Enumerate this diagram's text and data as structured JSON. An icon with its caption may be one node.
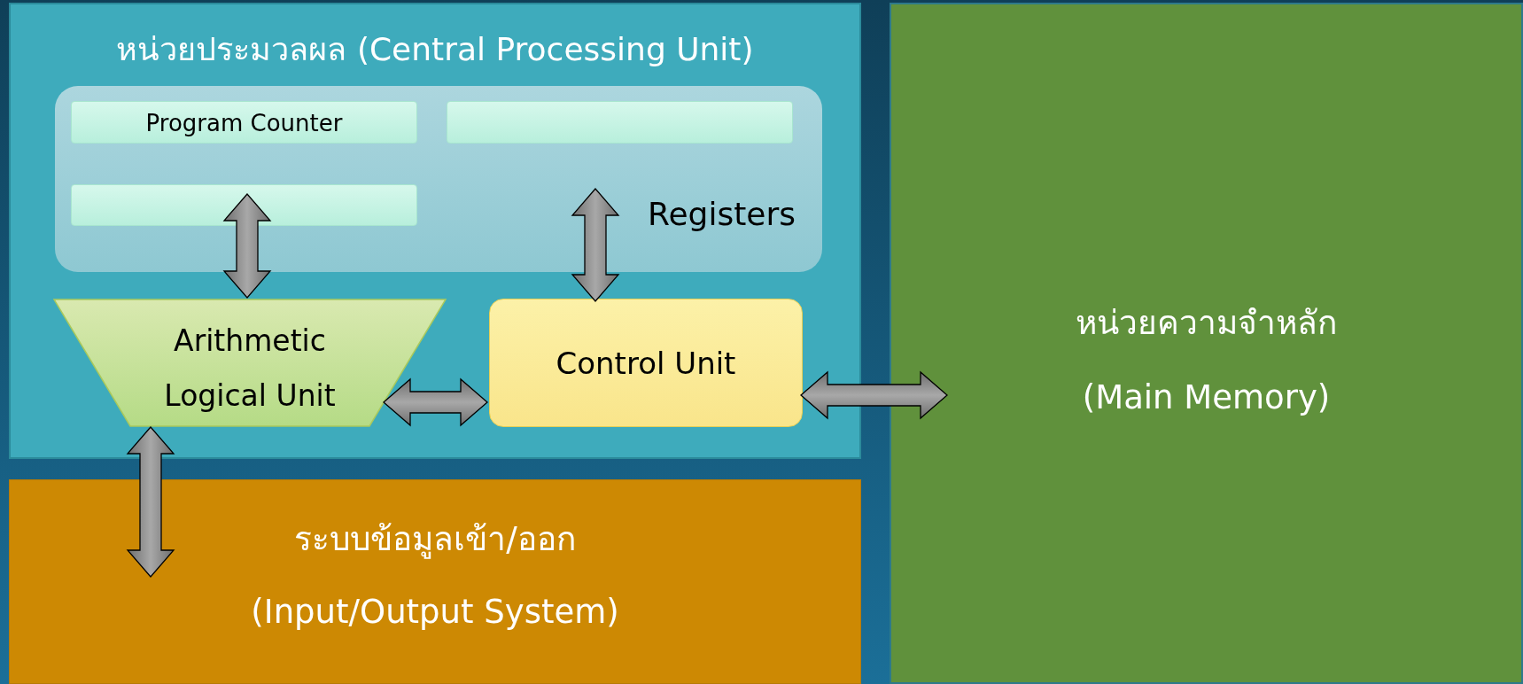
{
  "diagram": {
    "nodes": [
      {
        "text": [
          "หน่วยประมวลผล (Central Processing Unit)"
        ]
      },
      {
        "text": [
          "Registers"
        ],
        "in": 0
      },
      {
        "text": [
          "Program Counter"
        ],
        "in": 1
      },
      {
        "text": [],
        "shape": "box",
        "in": 1
      },
      {
        "text": [],
        "shape": "box",
        "in": 1
      },
      {
        "text": [
          "Arithmetic Logical Unit"
        ],
        "in": 0
      },
      {
        "text": [
          "Control Unit"
        ],
        "in": 0
      },
      {
        "text": [
          "ระบบข้อมูลเข้า/ออก (Input/Output System)"
        ]
      },
      {
        "text": [
          "หน่วยความจำหลัก (Main Memory)"
        ]
      }
    ],
    "edges": [
      {
        "from": 4,
        "to": 5,
        "arrow": "both"
      },
      {
        "from": 1,
        "to": 6,
        "arrow": "both"
      },
      {
        "from": 5,
        "to": 6,
        "arrow": "both"
      },
      {
        "from": 6,
        "to": 8,
        "arrow": "both"
      },
      {
        "from": 5,
        "to": 7,
        "arrow": "both"
      }
    ]
  }
}
